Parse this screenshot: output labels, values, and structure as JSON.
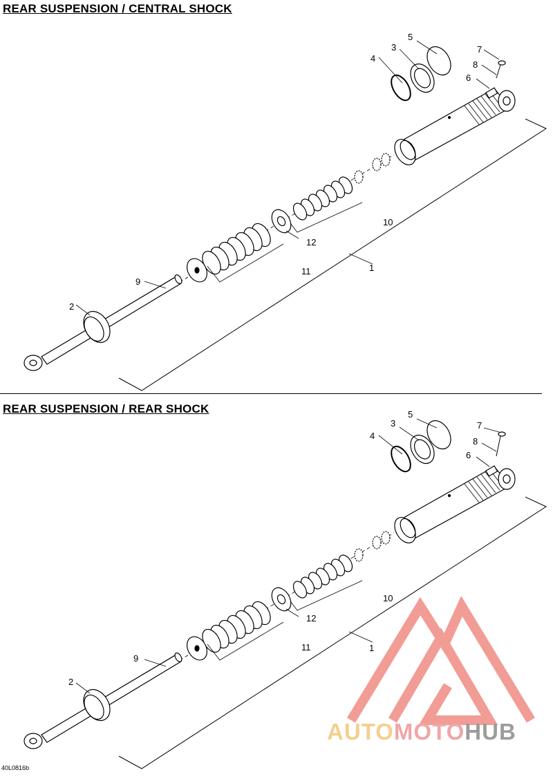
{
  "sections": [
    {
      "title": "REAR SUSPENSION / CENTRAL SHOCK",
      "callouts": [
        "1",
        "2",
        "3",
        "4",
        "5",
        "6",
        "7",
        "8",
        "9",
        "10",
        "11",
        "12"
      ]
    },
    {
      "title": "REAR SUSPENSION / REAR SHOCK",
      "callouts": [
        "1",
        "2",
        "3",
        "4",
        "5",
        "6",
        "7",
        "8",
        "9",
        "10",
        "11",
        "12"
      ]
    }
  ],
  "figure_code": "40L0816b",
  "watermark": {
    "part1": "AUTO",
    "part2": "MOTO",
    "part3": "HUB",
    "colors": {
      "auto": "#f5cf8f",
      "moto": "#f1a6a6",
      "hub": "#9c9c9c",
      "logo": "#f08b84"
    }
  }
}
